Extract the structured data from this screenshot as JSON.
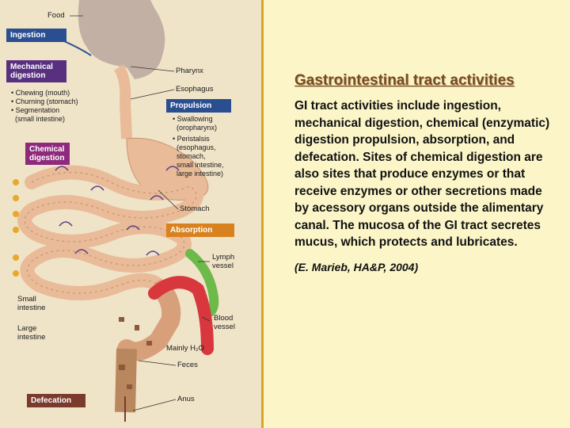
{
  "figure": {
    "process_labels": {
      "ingestion": "Ingestion",
      "mechanical": "Mechanical\ndigestion",
      "propulsion": "Propulsion",
      "chemical": "Chemical\ndigestion",
      "absorption": "Absorption",
      "defecation": "Defecation"
    },
    "mechanical_items": [
      "• Chewing (mouth)",
      "• Churning (stomach)",
      "• Segmentation",
      "  (small intestine)"
    ],
    "propulsion_items": [
      "• Swallowing",
      "  (oropharynx)",
      "• Peristalsis",
      "  (esophagus,",
      "  stomach,",
      "  small intestine,",
      "  large intestine)"
    ],
    "anatomy": {
      "food": "Food",
      "pharynx": "Pharynx",
      "esophagus": "Esophagus",
      "stomach": "Stomach",
      "lymph": "Lymph\nvessel",
      "small_intestine": "Small\nintestine",
      "large_intestine": "Large\nintestine",
      "blood": "Blood\nvessel",
      "water": "Mainly H₂O",
      "feces": "Feces",
      "anus": "Anus"
    },
    "colors": {
      "gut": "#e9bb98",
      "villi": "#f3cfa4",
      "lymph": "#6cba4a",
      "blood": "#d8373e",
      "arrow": "#5a3b8a"
    }
  },
  "title": "Gastrointestinal tract activities",
  "body": "GI tract activities include ingestion, mechanical digestion, chemical (enzymatic) digestion propulsion, absorption, and defecation. Sites of chemical digestion are also sites that produce enzymes or that receive enzymes or other secretions made by acessory organs outside the alimentary canal. The mucosa of the GI tract secretes mucus, which protects and lubricates.",
  "citation": "(E. Marieb, HA&P, 2004)"
}
